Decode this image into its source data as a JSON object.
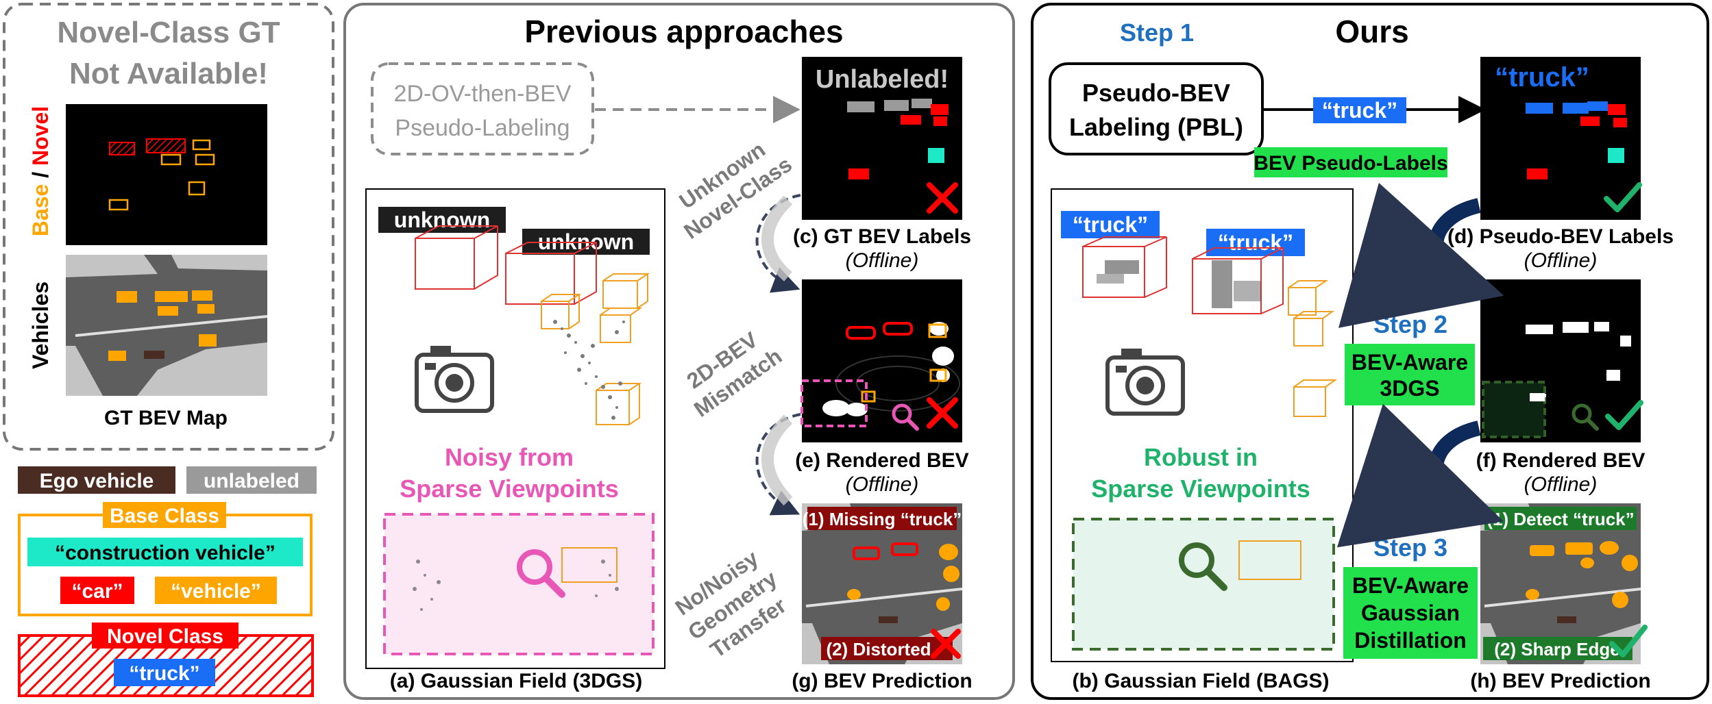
{
  "left_panel": {
    "title_line1": "Novel-Class GT",
    "title_line2": "Not Available!",
    "axis_base": "Base",
    "axis_sep": " / ",
    "axis_novel": "Novel",
    "axis_vehicles": "Vehicles",
    "caption": "GT BEV Map"
  },
  "legend": {
    "ego_vehicle": "Ego vehicle",
    "unlabeled": "unlabeled",
    "base_class": "Base Class",
    "construction_vehicle": "“construction vehicle”",
    "car": "“car”",
    "vehicle": "“vehicle”",
    "novel_class": "Novel Class",
    "truck": "“truck”"
  },
  "previous": {
    "title": "Previous approaches",
    "ov_line1": "2D-OV-then-BEV",
    "ov_line2": "Pseudo-Labeling",
    "unknown_1": "unknown",
    "unknown_2": "unknown",
    "noisy_line1": "Noisy from",
    "noisy_line2": "Sparse Viewpoints",
    "caption_a": "(a) Gaussian Field (3DGS)",
    "unlabeled_banner": "Unlabeled!",
    "caption_c": "(c) GT BEV Labels",
    "offline_c": "(Offline)",
    "caption_e": "(e) Rendered BEV",
    "offline_e": "(Offline)",
    "missing_truck": "(1) Missing “truck”",
    "distorted": "(2) Distorted",
    "caption_g": "(g) BEV Prediction",
    "side_1_line1": "Unknown",
    "side_1_line2": "Novel-Class",
    "side_2_line1": "2D-BEV",
    "side_2_line2": "Mismatch",
    "side_3_line1": "No/Noisy",
    "side_3_line2": "Geometry",
    "side_3_line3": "Transfer"
  },
  "ours": {
    "title": "Ours",
    "step1": "Step 1",
    "pbl_line1": "Pseudo-BEV",
    "pbl_line2": "Labeling (PBL)",
    "arrow_truck": "“truck”",
    "bev_pseudo_labels": "BEV Pseudo-Labels",
    "truck_left": "“truck”",
    "truck_right": "“truck”",
    "robust_line1": "Robust in",
    "robust_line2": "Sparse Viewpoints",
    "caption_b": "(b) Gaussian Field (BAGS)",
    "truck_banner": "“truck”",
    "caption_d": "(d) Pseudo-BEV Labels",
    "offline_d": "(Offline)",
    "step2": "Step 2",
    "bev_aware_line1": "BEV-Aware",
    "bev_aware_line2": "3DGS",
    "caption_f": "(f) Rendered BEV",
    "offline_f": "(Offline)",
    "step3": "Step 3",
    "distill_line1": "BEV-Aware",
    "distill_line2": "Gaussian",
    "distill_line3": "Distillation",
    "detect_truck": "(1) Detect “truck”",
    "sharp_edge": "(2) Sharp Edge",
    "caption_h": "(h) BEV Prediction"
  },
  "colors": {
    "novel_red": "#ff0000",
    "base_orange": "#ffa500",
    "construction_cyan": "#1de9c9",
    "truck_blue": "#1a6ef5",
    "step_blue": "#1f6fbf",
    "label_green": "#22e04b",
    "pink": "#e857b5",
    "robust_green": "#1fb26a",
    "ego_brown": "#4a2c22",
    "unlabeled_gray": "#9a9a9a",
    "dark_red": "#8a0a0a",
    "dark_green": "#1d7a2a",
    "navy": "#0d2a5a"
  }
}
